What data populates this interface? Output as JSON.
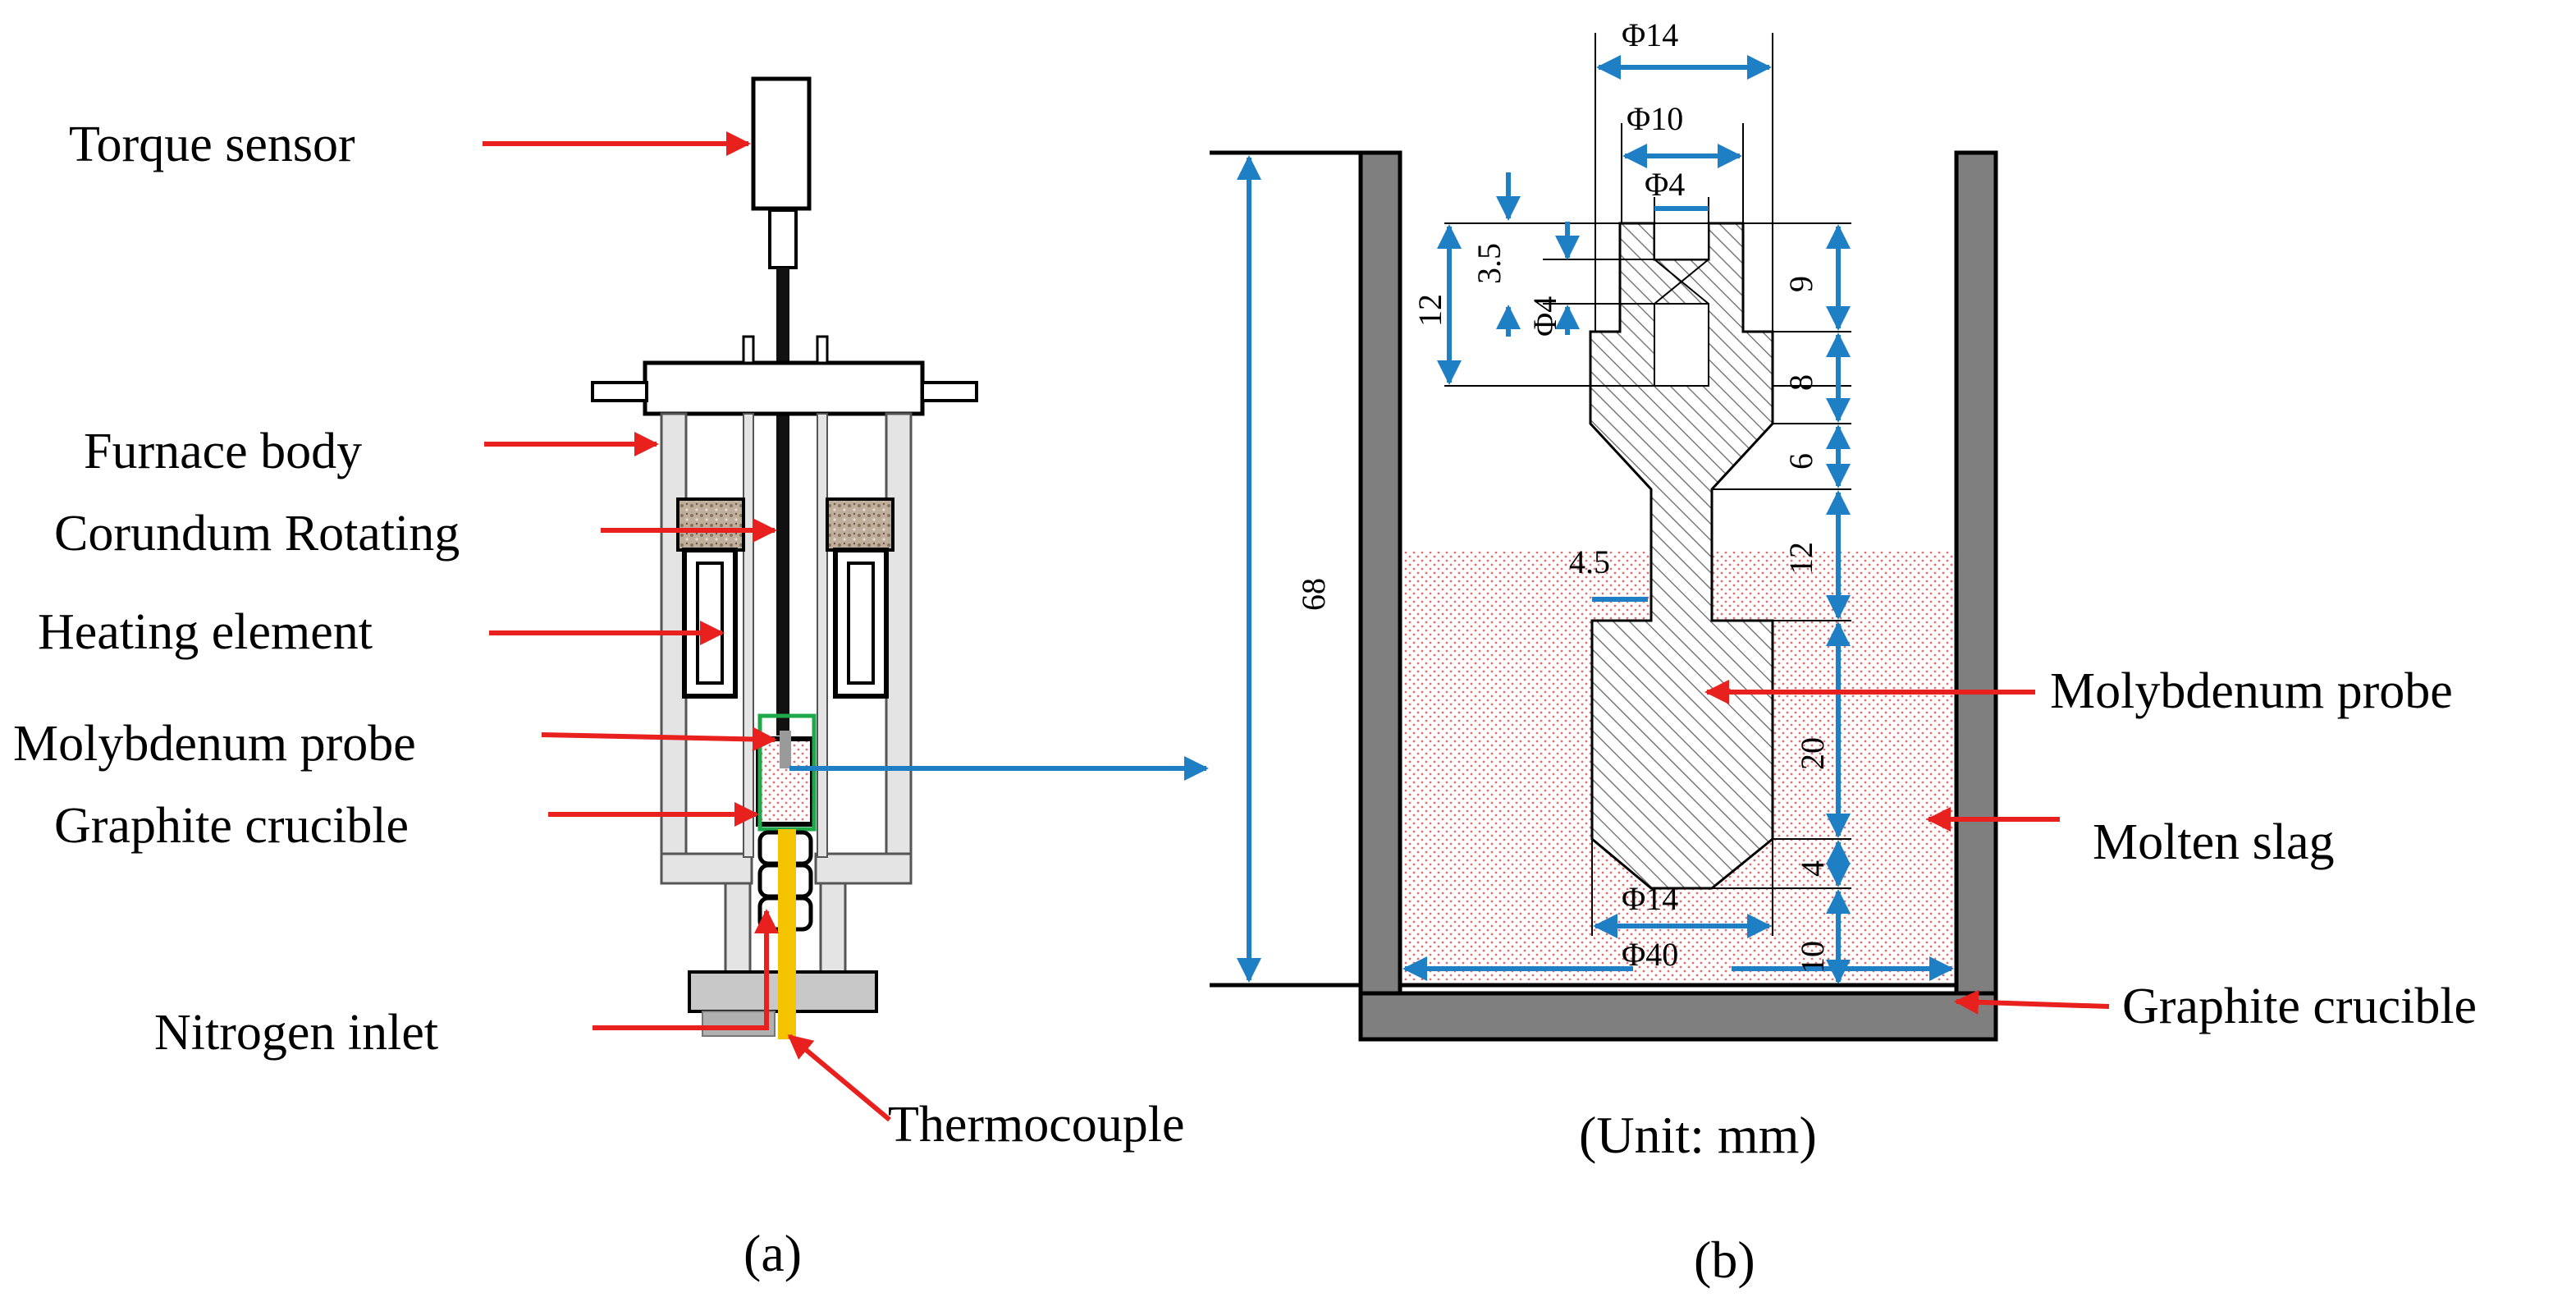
{
  "panel_a": {
    "labels": {
      "torque_sensor": "Torque sensor",
      "furnace_body": "Furnace body",
      "corundum_rotating": "Corundum Rotating",
      "heating_element": "Heating element",
      "molybdenum_probe": "Molybdenum probe",
      "graphite_crucible": "Graphite crucible",
      "nitrogen_inlet": "Nitrogen inlet",
      "thermocouple": "Thermocouple"
    },
    "caption": "(a)"
  },
  "panel_b": {
    "dims": {
      "phi14_top": "Φ14",
      "phi10": "Φ10",
      "phi4_top": "Φ4",
      "d35": "3.5",
      "phi4_side": "Φ4",
      "d12_left": "12",
      "d9": "9",
      "d8": "8",
      "d6": "6",
      "d12_right": "12",
      "d45": "4.5",
      "d68": "68",
      "d20": "20",
      "d4": "4",
      "phi14_bottom": "Φ14",
      "phi40": "Φ40",
      "d10": "10"
    },
    "labels": {
      "molybdenum_probe": "Molybdenum probe",
      "molten_slag": "Molten slag",
      "graphite_crucible": "Graphite crucible"
    },
    "unit": "(Unit: mm)",
    "caption": "(b)"
  },
  "colors": {
    "arrow_red": "#e8201e",
    "dim_blue": "#1f7fc4",
    "crucible_gray": "#7f7f7f",
    "slag_dots": "#e07070",
    "thermocouple": "#f5c400",
    "highlight_green": "#1fa84a"
  }
}
